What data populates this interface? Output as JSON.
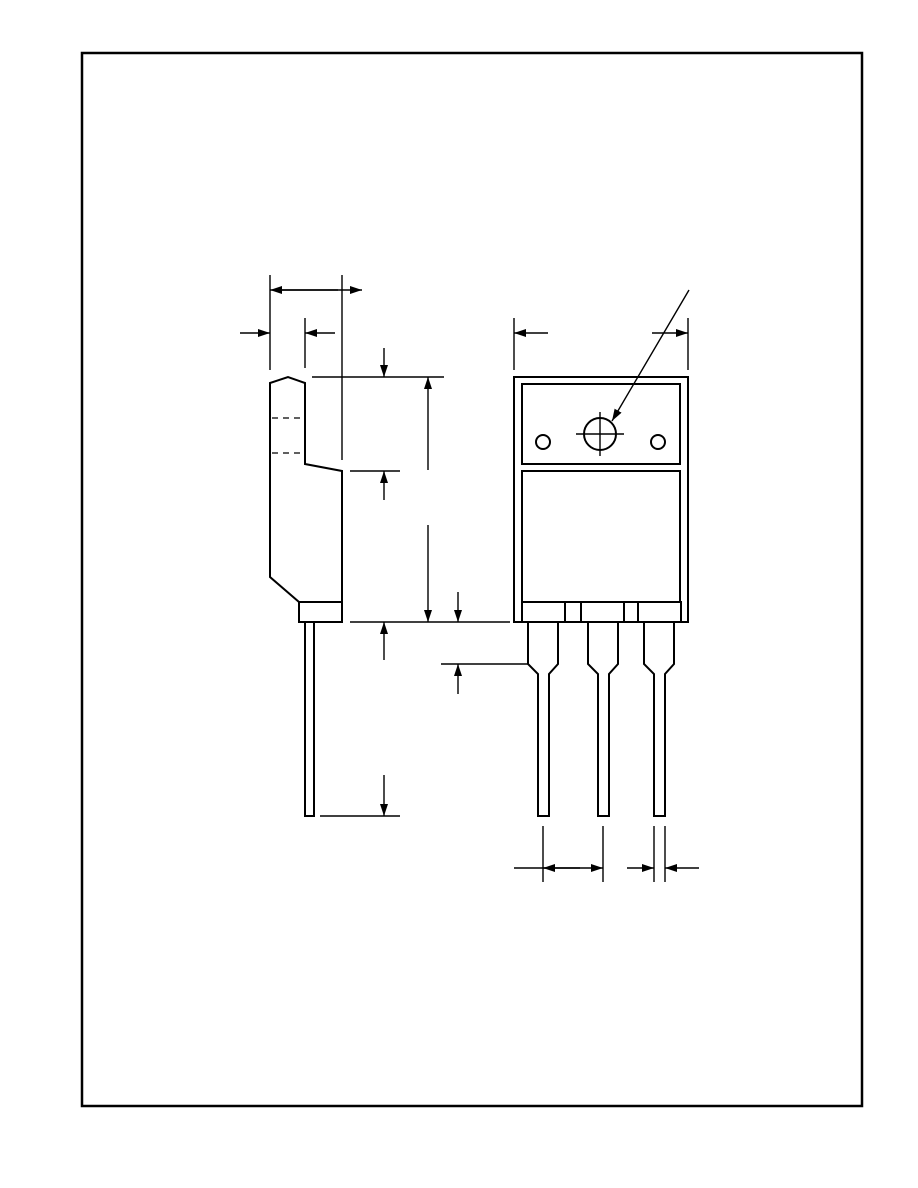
{
  "figure": {
    "type": "package-outline-drawing",
    "views": [
      "side-view",
      "front-view"
    ],
    "line_color": "#000000",
    "background_color": "#ffffff",
    "lead_count": 3,
    "mounting_hole_count": 1,
    "marker_hole_count": 2,
    "dimension_count": 10
  }
}
